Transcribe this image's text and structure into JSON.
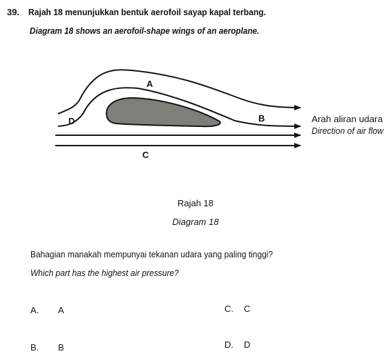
{
  "question": {
    "number": "39.",
    "text_ms": "Rajah 18 menunjukkan bentuk aerofoil sayap kapal terbang.",
    "text_en": "Diagram 18 shows an aerofoil-shape wings of an aeroplane."
  },
  "diagram": {
    "labels": {
      "a": "A",
      "b": "B",
      "c": "C",
      "d": "D"
    },
    "flow_label_ms": "Arah aliran udara",
    "flow_label_en": "Direction of air flow",
    "caption_ms": "Rajah 18",
    "caption_en": "Diagram 18"
  },
  "prompt": {
    "text_ms": "Bahagian manakah mempunyai tekanan udara yang paling tinggi?",
    "text_en": "Which part has the highest air pressure?"
  },
  "options": [
    {
      "letter": "A.",
      "value": "A"
    },
    {
      "letter": "B.",
      "value": "B"
    },
    {
      "letter": "C.",
      "value": "C"
    },
    {
      "letter": "D.",
      "value": "D"
    }
  ],
  "colors": {
    "aerofoil_fill": "#7f7f7a",
    "ink": "#141414"
  }
}
